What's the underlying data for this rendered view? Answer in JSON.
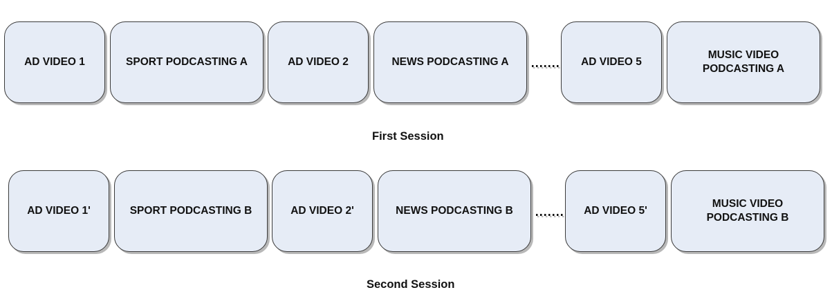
{
  "sessions": [
    {
      "caption": "First Session",
      "blocks": [
        "AD VIDEO 1",
        "SPORT PODCASTING A",
        "AD VIDEO 2",
        "NEWS PODCASTING A",
        "AD VIDEO 5",
        "MUSIC VIDEO\nPODCASTING A"
      ]
    },
    {
      "caption": "Second Session",
      "blocks": [
        "AD VIDEO 1'",
        "SPORT PODCASTING B",
        "AD VIDEO 2'",
        "NEWS PODCASTING B",
        "AD VIDEO 5'",
        "MUSIC VIDEO\nPODCASTING B"
      ]
    }
  ]
}
